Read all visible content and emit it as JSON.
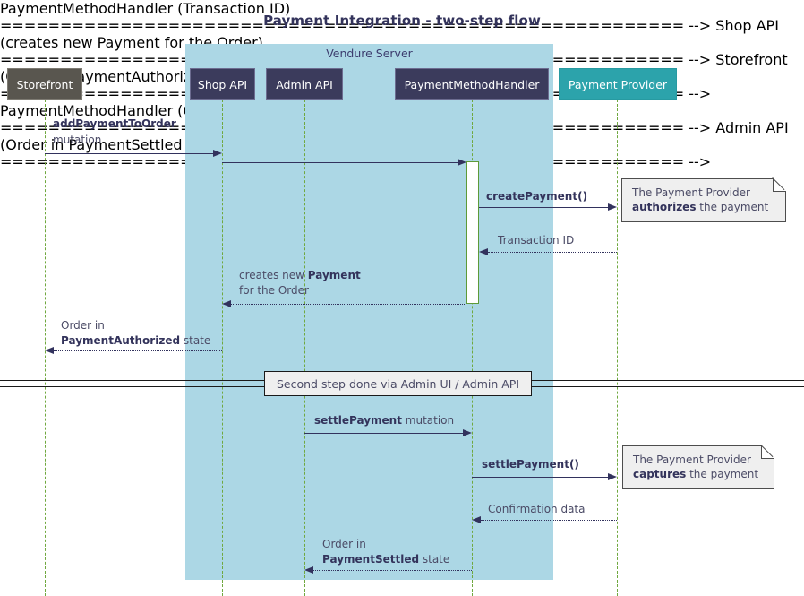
{
  "title": "Payment Integration - two-step flow",
  "group": {
    "label": "Vendure Server",
    "color": "#ACD7E5"
  },
  "participants": [
    {
      "name": "storefront",
      "label": "Storefront",
      "color": "#59564F"
    },
    {
      "name": "shop-api",
      "label": "Shop API",
      "color": "#3b3b5c"
    },
    {
      "name": "admin-api",
      "label": "Admin API",
      "color": "#3b3b5c"
    },
    {
      "name": "payment-method-handler",
      "label": "PaymentMethodHandler",
      "color": "#3b3b5c"
    },
    {
      "name": "payment-provider",
      "label": "Payment Provider",
      "color": "#2CA3AB"
    }
  ],
  "messages": [
    {
      "name": "add-payment-to-order",
      "from": "storefront",
      "to": "shop-api",
      "line1_bold": "addPaymentToOrder",
      "line1_rest": "",
      "line2_bold": "",
      "line2_rest": "mutation",
      "style": "solid",
      "direction": "right"
    },
    {
      "name": "shop-api-to-handler",
      "from": "shop-api",
      "to": "payment-method-handler",
      "line1_bold": "",
      "line1_rest": "",
      "style": "solid",
      "direction": "right"
    },
    {
      "name": "create-payment",
      "from": "payment-method-handler",
      "to": "payment-provider",
      "line1_bold": "createPayment()",
      "line1_rest": "",
      "style": "solid",
      "direction": "right"
    },
    {
      "name": "transaction-id",
      "from": "payment-provider",
      "to": "payment-method-handler",
      "line1_bold": "",
      "line1_rest": "Transaction ID",
      "style": "dotted",
      "direction": "left"
    },
    {
      "name": "creates-new-payment",
      "from": "payment-method-handler",
      "to": "shop-api",
      "line1_bold": "Payment",
      "line1_rest": "creates new ",
      "line2_rest": "for the Order",
      "style": "dotted",
      "direction": "left"
    },
    {
      "name": "order-payment-authorized",
      "from": "shop-api",
      "to": "storefront",
      "line1_rest": "Order in",
      "line2_bold": "PaymentAuthorized",
      "line2_rest": " state",
      "style": "dotted",
      "direction": "left"
    },
    {
      "name": "settle-payment-mutation",
      "from": "admin-api",
      "to": "payment-method-handler",
      "line1_bold": "settlePayment",
      "line1_rest": " mutation",
      "style": "solid",
      "direction": "right"
    },
    {
      "name": "settle-payment-call",
      "from": "payment-method-handler",
      "to": "payment-provider",
      "line1_bold": "settlePayment()",
      "line1_rest": "",
      "style": "solid",
      "direction": "right"
    },
    {
      "name": "confirmation-data",
      "from": "payment-provider",
      "to": "payment-method-handler",
      "line1_rest": "Confirmation data",
      "style": "dotted",
      "direction": "left"
    },
    {
      "name": "order-payment-settled",
      "from": "payment-method-handler",
      "to": "admin-api",
      "line1_rest": "Order in",
      "line2_bold": "PaymentSettled",
      "line2_rest": " state",
      "style": "dotted",
      "direction": "left"
    }
  ],
  "notes": [
    {
      "name": "note-authorizes",
      "line1": "The Payment Provider",
      "line2_bold": "authorizes",
      "line2_rest": " the payment"
    },
    {
      "name": "note-captures",
      "line1": "The Payment Provider",
      "line2_bold": "captures",
      "line2_rest": " the payment"
    }
  ],
  "divider": {
    "name": "divider-second-step",
    "label": "Second step done via Admin UI / Admin API"
  }
}
